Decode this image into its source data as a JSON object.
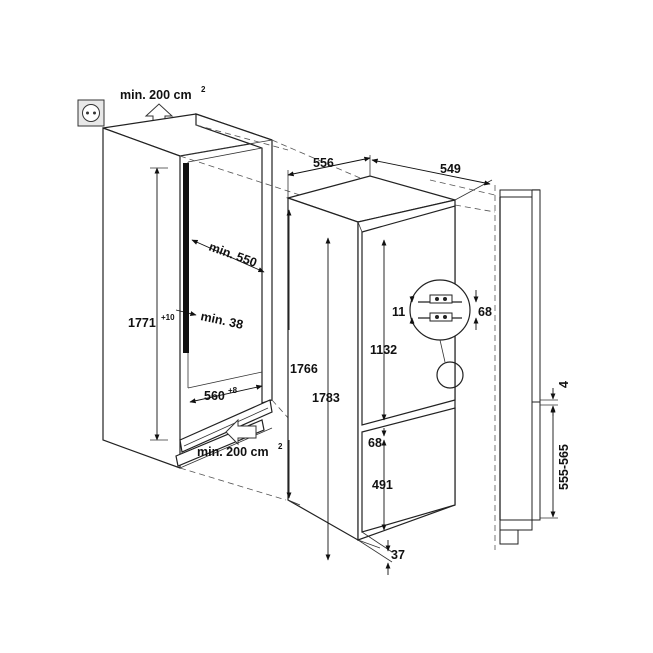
{
  "labels": {
    "vent_top": "min. 200 cm",
    "vent_top_sup": "2",
    "vent_bottom": "min. 200 cm",
    "vent_bottom_sup": "2",
    "min550": "min. 550",
    "min38": "min. 38",
    "h1771": "1771",
    "h1771_sup": "+10",
    "w560": "560",
    "w560_sup": "+8",
    "w556": "556",
    "d549": "549",
    "h1766": "1766",
    "h1783": "1783",
    "h1132": "1132",
    "d11": "11",
    "d68_hinge": "68",
    "d68_door": "68",
    "h491": "491",
    "d37": "37",
    "s4": "4",
    "s555_565": "555-565"
  },
  "icons": {
    "socket": "power-socket-icon",
    "vent_arrow_up": "arrow-up-icon",
    "vent_arrow_in": "arrow-left-icon"
  }
}
